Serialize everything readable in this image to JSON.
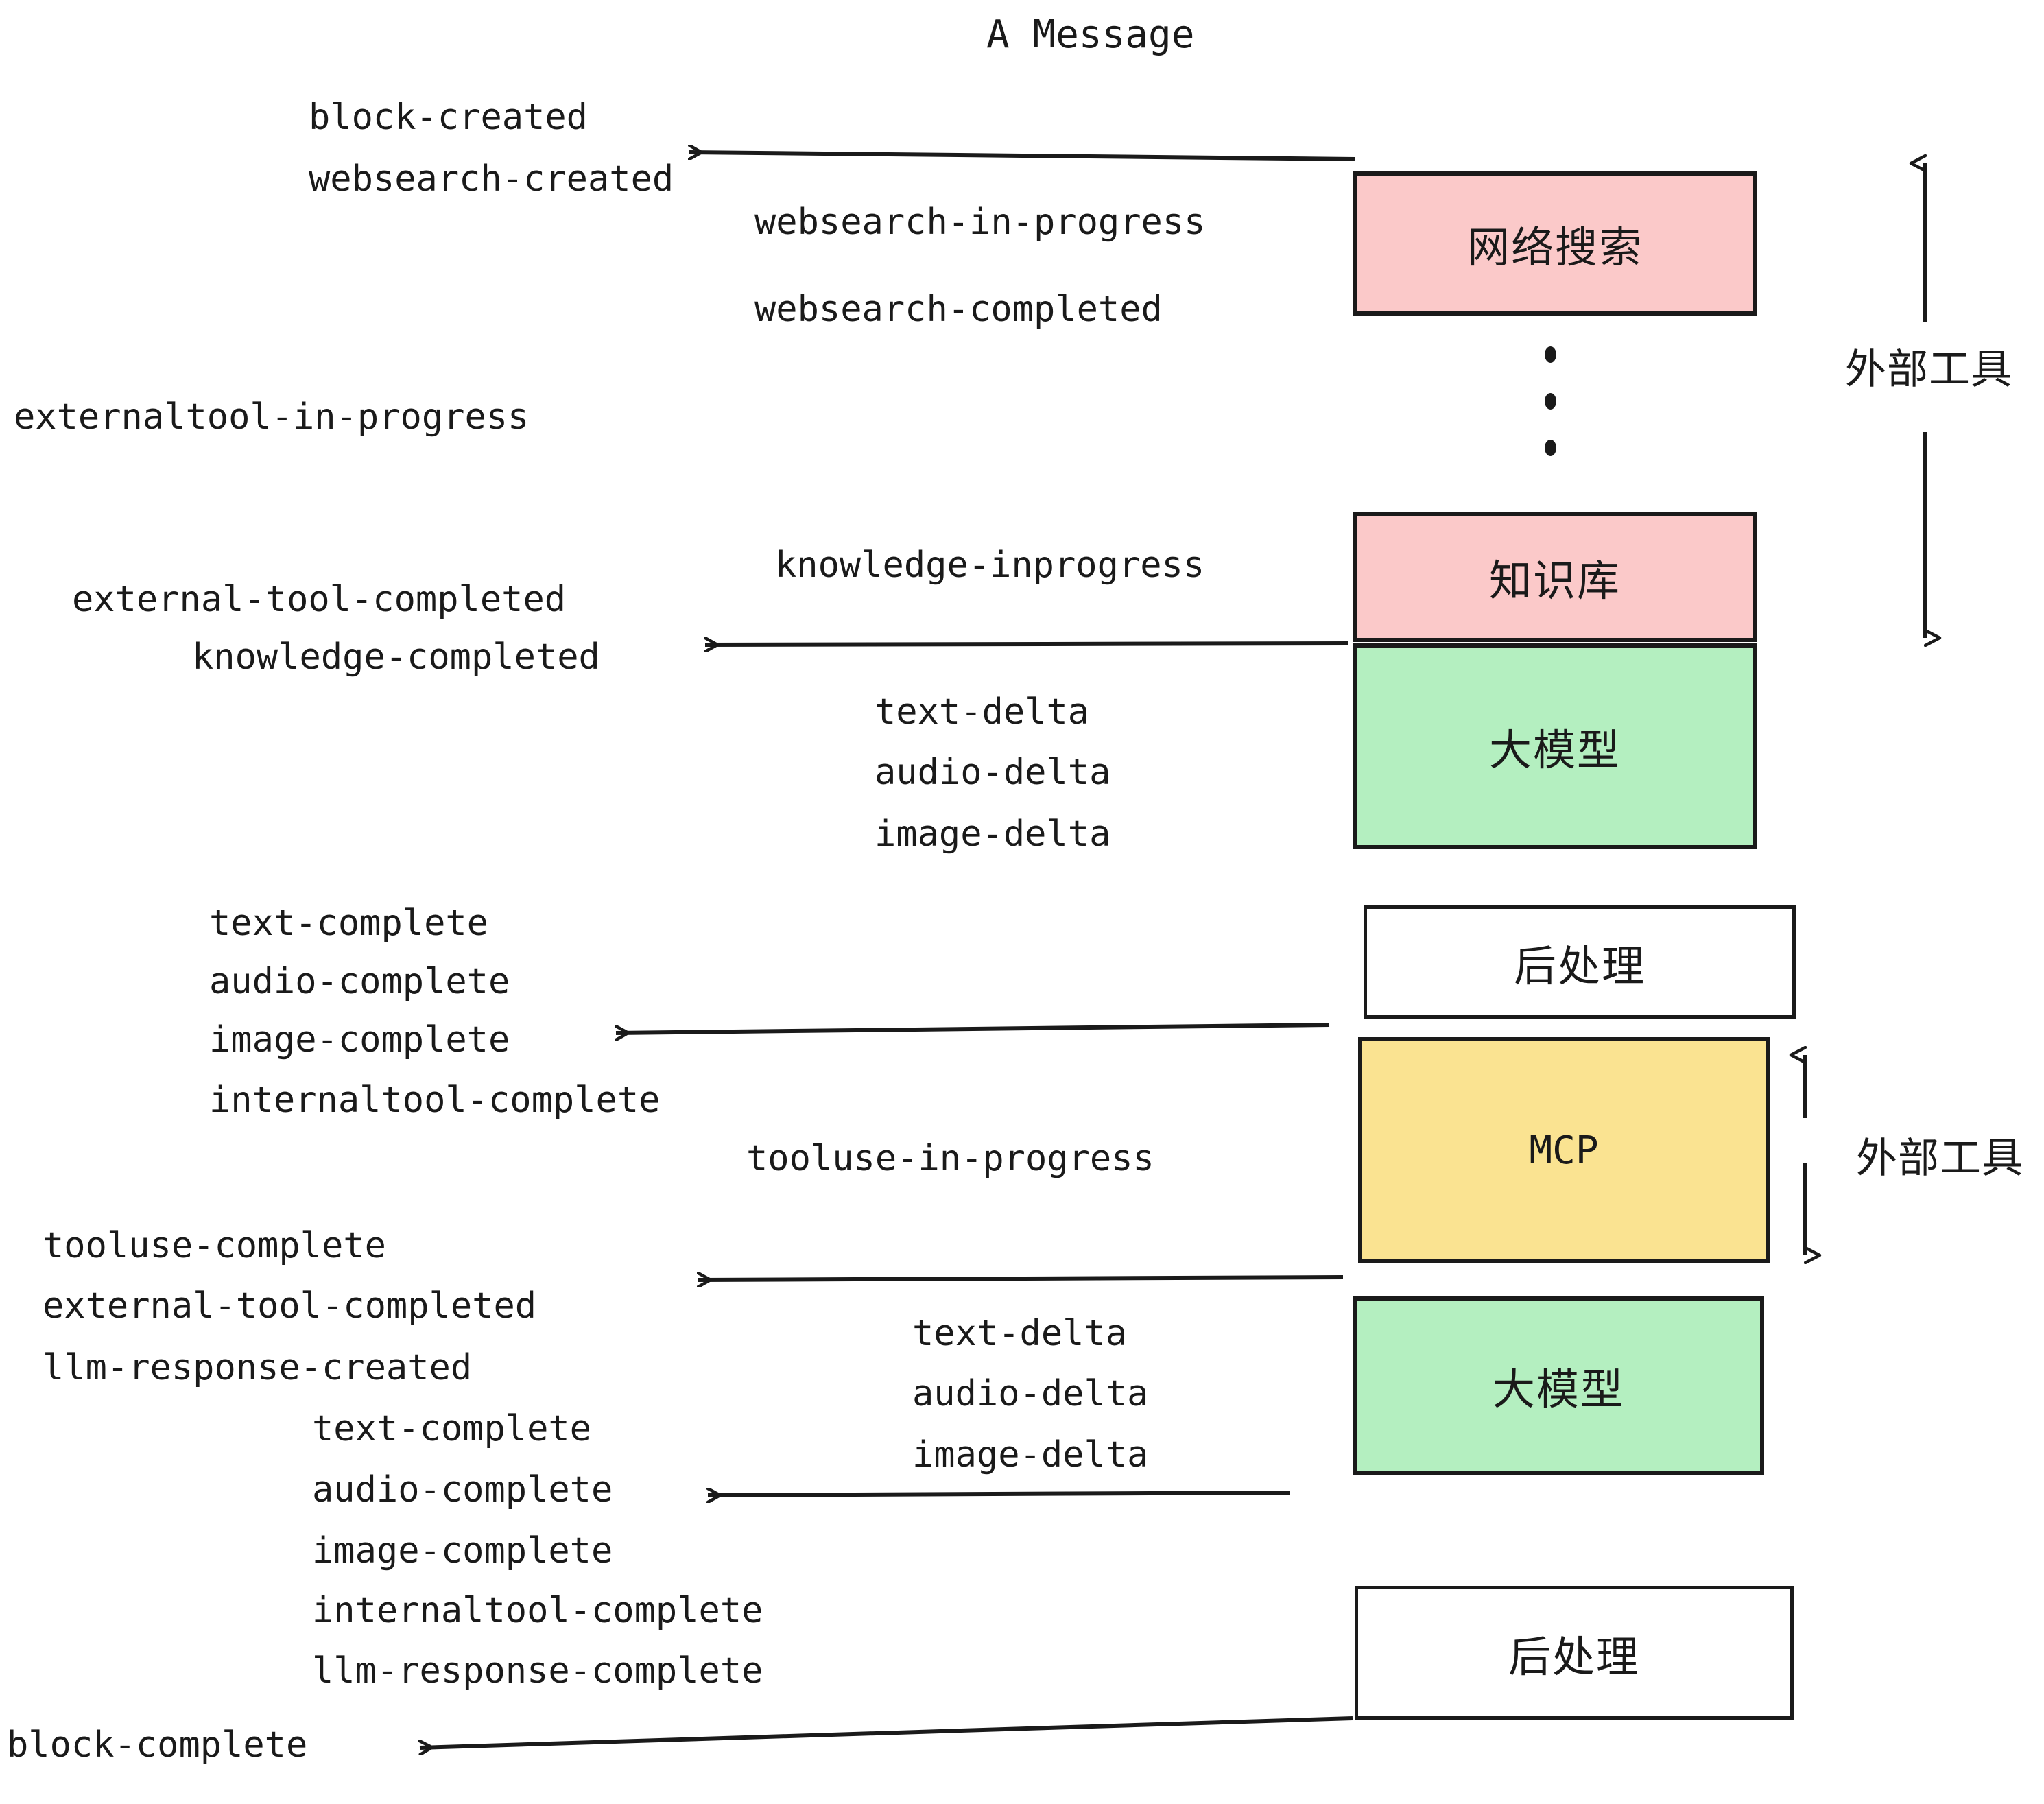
{
  "title": "A Message",
  "colors": {
    "pink": "#FBC9C9",
    "green": "#B4EFC0",
    "yellow": "#FAE391",
    "white": "#FFFFFF",
    "stroke": "#1a1a1a"
  },
  "boxes": [
    {
      "id": "websearch",
      "label": "网络搜索",
      "fill": "#FBC9C9"
    },
    {
      "id": "knowledge",
      "label": "知识库",
      "fill": "#FBC9C9"
    },
    {
      "id": "llm-top",
      "label": "大模型",
      "fill": "#B4EFC0"
    },
    {
      "id": "postproc-top",
      "label": "后处理",
      "fill": "#FFFFFF"
    },
    {
      "id": "mcp",
      "label": "MCP",
      "fill": "#FAE391"
    },
    {
      "id": "llm-bottom",
      "label": "大模型",
      "fill": "#B4EFC0"
    },
    {
      "id": "postproc-bottom",
      "label": "后处理",
      "fill": "#FFFFFF"
    }
  ],
  "side_labels": {
    "external_tool_top": "外部工具",
    "external_tool_bottom": "外部工具"
  },
  "events": {
    "block_created": "block-created",
    "websearch_created": "websearch-created",
    "websearch_in_progress": "websearch-in-progress",
    "websearch_completed": "websearch-completed",
    "externaltool_in_progress": "externaltool-in-progress",
    "knowledge_inprogress": "knowledge-inprogress",
    "external_tool_completed_1": "external-tool-completed",
    "knowledge_completed": "knowledge-completed",
    "text_delta_1": "text-delta",
    "audio_delta_1": "audio-delta",
    "image_delta_1": "image-delta",
    "text_complete_1": "text-complete",
    "audio_complete_1": "audio-complete",
    "image_complete_1": "image-complete",
    "internaltool_complete_1": "internaltool-complete",
    "tooluse_in_progress": "tooluse-in-progress",
    "tooluse_complete": "tooluse-complete",
    "external_tool_completed_2": "external-tool-completed",
    "llm_response_created": "llm-response-created",
    "text_delta_2": "text-delta",
    "audio_delta_2": "audio-delta",
    "image_delta_2": "image-delta",
    "text_complete_2": "text-complete",
    "audio_complete_2": "audio-complete",
    "image_complete_2": "image-complete",
    "internaltool_complete_2": "internaltool-complete",
    "llm_response_complete": "llm-response-complete",
    "block_complete": "block-complete"
  }
}
